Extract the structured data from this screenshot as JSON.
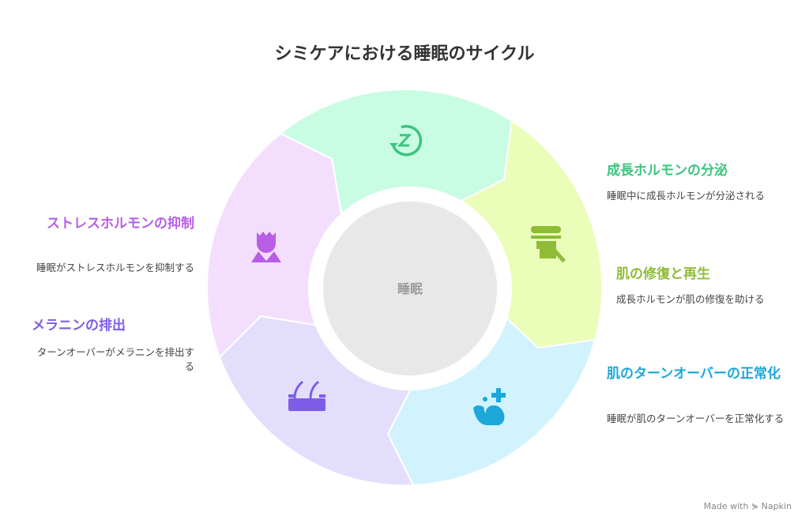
{
  "title": "シミケアにおける睡眠のサイクル",
  "center_label": "睡眠",
  "segments": [
    {
      "icon": "sleep-cycle-icon",
      "color": "#c9fde3",
      "icon_color": "#3cc47f"
    },
    {
      "icon": "face-mask-icon",
      "color": "#eafdb9",
      "icon_color": "#8fbb36"
    },
    {
      "icon": "snail-plus-icon",
      "color": "#d2f3fd",
      "icon_color": "#1ca8d8"
    },
    {
      "icon": "skin-hair-icon",
      "color": "#e4defd",
      "icon_color": "#7d5ce8"
    },
    {
      "icon": "stressed-person-icon",
      "color": "#f3dffd",
      "icon_color": "#b85ee6"
    }
  ],
  "items": [
    {
      "title": "成長ホルモンの分泌",
      "desc": "睡眠中に成長ホルモンが分泌される",
      "color": "#3cc47f"
    },
    {
      "title": "肌の修復と再生",
      "desc": "成長ホルモンが肌の修復を助ける",
      "color": "#8fbb36"
    },
    {
      "title": "肌のターンオーバーの正常化",
      "desc": "睡眠が肌のターンオーバーを正常化する",
      "color": "#1ca8d8"
    },
    {
      "title": "メラニンの排出",
      "desc": "ターンオーバーがメラニンを排出する",
      "color": "#7d5ce8"
    },
    {
      "title": "ストレスホルモンの抑制",
      "desc": "睡眠がストレスホルモンを抑制する",
      "color": "#b85ee6"
    }
  ],
  "watermark": "Made with ⋟ Napkin"
}
